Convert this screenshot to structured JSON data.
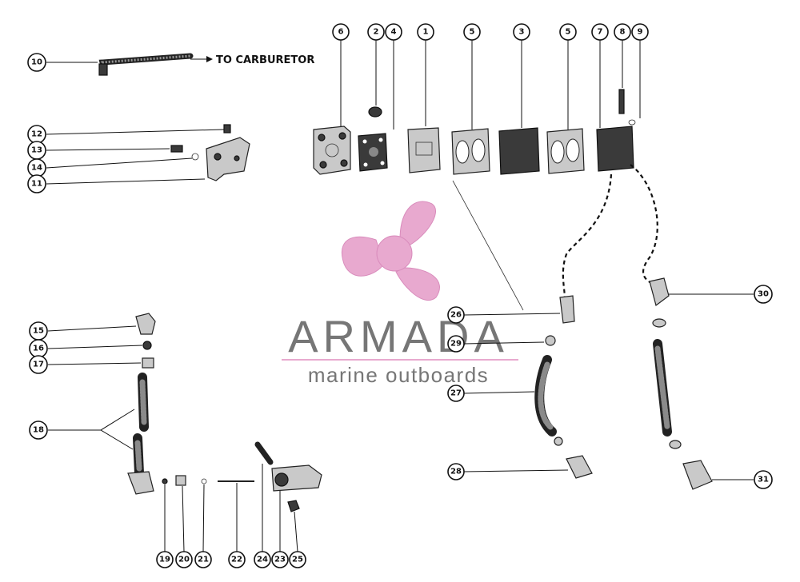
{
  "diagram": {
    "carburetor_label": "TO CARBURETOR",
    "callouts": {
      "c1": "1",
      "c2": "2",
      "c3": "3",
      "c4": "4",
      "c5a": "5",
      "c5b": "5",
      "c6": "6",
      "c7": "7",
      "c8": "8",
      "c9": "9",
      "c10": "10",
      "c11": "11",
      "c12": "12",
      "c13": "13",
      "c14": "14",
      "c15": "15",
      "c16": "16",
      "c17": "17",
      "c18": "18",
      "c19": "19",
      "c20": "20",
      "c21": "21",
      "c22": "22",
      "c23": "23",
      "c24": "24",
      "c25": "25",
      "c26": "26",
      "c27": "27",
      "c28": "28",
      "c29": "29",
      "c30": "30",
      "c31": "31"
    }
  },
  "watermark": {
    "brand": "ARMADA",
    "tagline": "marine outboards",
    "color_pink": "#e8a9cf",
    "color_gray": "#767676"
  }
}
